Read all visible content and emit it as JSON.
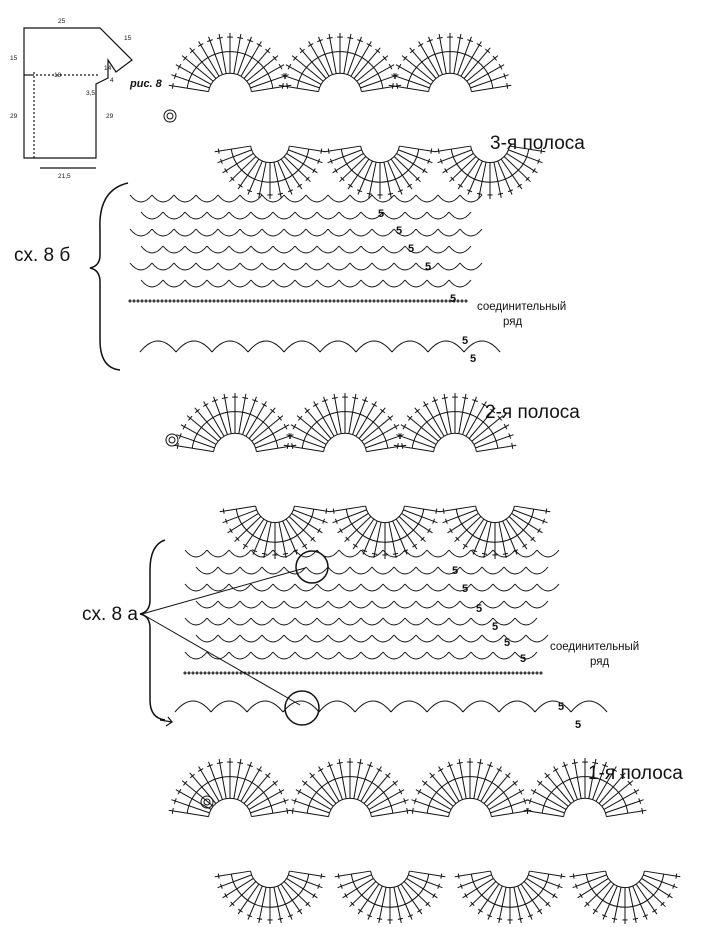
{
  "figure": {
    "label": "рис. 8",
    "dims": [
      "25",
      "15",
      "15",
      "18",
      "14",
      "4",
      "3,5",
      "29",
      "29",
      "21,5"
    ]
  },
  "labels": {
    "strip3": "3-я полоса",
    "strip2": "2-я полоса",
    "strip1": "1-я полоса",
    "scheme_b": "сх. 8 б",
    "scheme_a": "сх. 8 а",
    "connecting_top_1": "соединительный",
    "connecting_top_2": "ряд",
    "connecting_bottom_1": "соединительный",
    "connecting_bottom_2": "ряд"
  },
  "numbers": [
    "5",
    "5",
    "5",
    "5",
    "5",
    "5",
    "5",
    "5",
    "5",
    "5",
    "5",
    "5",
    "5",
    "5",
    "5"
  ],
  "colors": {
    "ink": "#111111",
    "paper": "#ffffff"
  }
}
